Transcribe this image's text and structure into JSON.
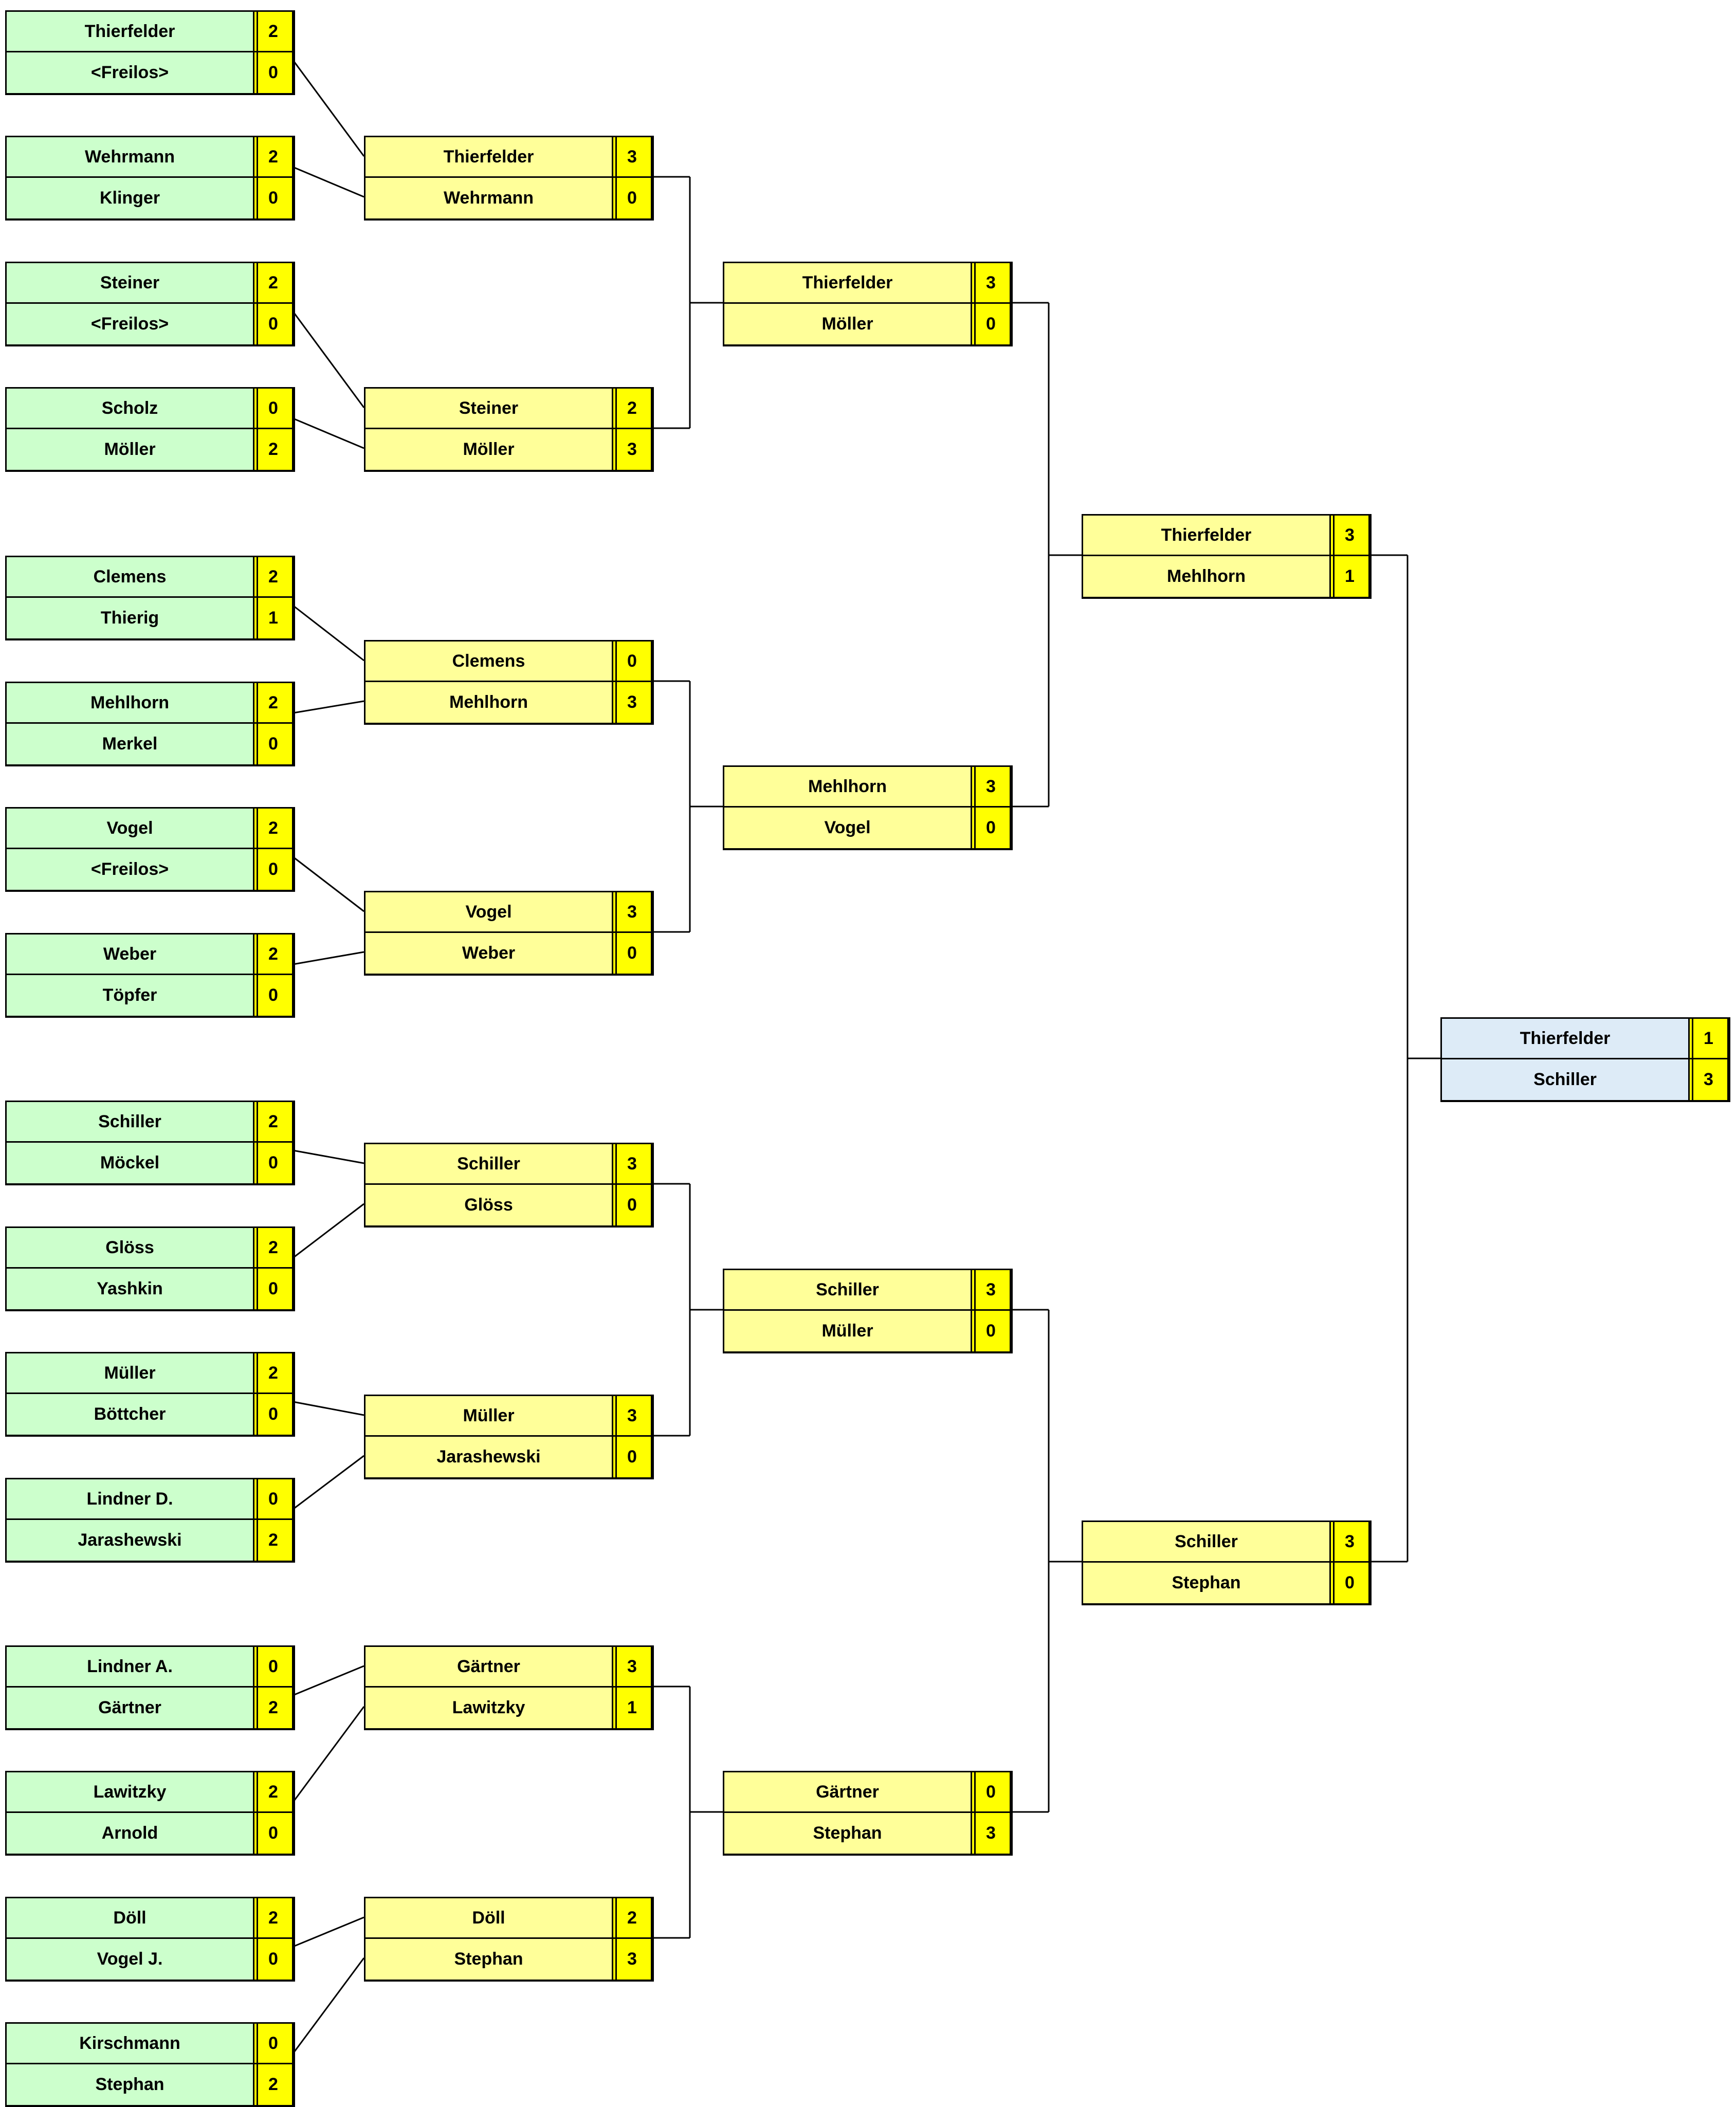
{
  "rounds": [
    {
      "style": "green",
      "matches": [
        {
          "p1": "Thierfelder",
          "s1": "2",
          "p2": "<Freilos>",
          "s2": "0"
        },
        {
          "p1": "Wehrmann",
          "s1": "2",
          "p2": "Klinger",
          "s2": "0"
        },
        {
          "p1": "Steiner",
          "s1": "2",
          "p2": "<Freilos>",
          "s2": "0"
        },
        {
          "p1": "Scholz",
          "s1": "0",
          "p2": "Möller",
          "s2": "2"
        },
        {
          "p1": "Clemens",
          "s1": "2",
          "p2": "Thierig",
          "s2": "1"
        },
        {
          "p1": "Mehlhorn",
          "s1": "2",
          "p2": "Merkel",
          "s2": "0"
        },
        {
          "p1": "Vogel",
          "s1": "2",
          "p2": "<Freilos>",
          "s2": "0"
        },
        {
          "p1": "Weber",
          "s1": "2",
          "p2": "Töpfer",
          "s2": "0"
        },
        {
          "p1": "Schiller",
          "s1": "2",
          "p2": "Möckel",
          "s2": "0"
        },
        {
          "p1": "Glöss",
          "s1": "2",
          "p2": "Yashkin",
          "s2": "0"
        },
        {
          "p1": "Müller",
          "s1": "2",
          "p2": "Böttcher",
          "s2": "0"
        },
        {
          "p1": "Lindner D.",
          "s1": "0",
          "p2": "Jarashewski",
          "s2": "2"
        },
        {
          "p1": "Lindner A.",
          "s1": "0",
          "p2": "Gärtner",
          "s2": "2"
        },
        {
          "p1": "Lawitzky",
          "s1": "2",
          "p2": "Arnold",
          "s2": "0"
        },
        {
          "p1": "Döll",
          "s1": "2",
          "p2": "Vogel J.",
          "s2": "0"
        },
        {
          "p1": "Kirschmann",
          "s1": "0",
          "p2": "Stephan",
          "s2": "2"
        }
      ]
    },
    {
      "style": "yellow",
      "matches": [
        {
          "p1": "Thierfelder",
          "s1": "3",
          "p2": "Wehrmann",
          "s2": "0"
        },
        {
          "p1": "Steiner",
          "s1": "2",
          "p2": "Möller",
          "s2": "3"
        },
        {
          "p1": "Clemens",
          "s1": "0",
          "p2": "Mehlhorn",
          "s2": "3"
        },
        {
          "p1": "Vogel",
          "s1": "3",
          "p2": "Weber",
          "s2": "0"
        },
        {
          "p1": "Schiller",
          "s1": "3",
          "p2": "Glöss",
          "s2": "0"
        },
        {
          "p1": "Müller",
          "s1": "3",
          "p2": "Jarashewski",
          "s2": "0"
        },
        {
          "p1": "Gärtner",
          "s1": "3",
          "p2": "Lawitzky",
          "s2": "1"
        },
        {
          "p1": "Döll",
          "s1": "2",
          "p2": "Stephan",
          "s2": "3"
        }
      ]
    },
    {
      "style": "yellow",
      "matches": [
        {
          "p1": "Thierfelder",
          "s1": "3",
          "p2": "Möller",
          "s2": "0"
        },
        {
          "p1": "Mehlhorn",
          "s1": "3",
          "p2": "Vogel",
          "s2": "0"
        },
        {
          "p1": "Schiller",
          "s1": "3",
          "p2": "Müller",
          "s2": "0"
        },
        {
          "p1": "Gärtner",
          "s1": "0",
          "p2": "Stephan",
          "s2": "3"
        }
      ]
    },
    {
      "style": "yellow",
      "matches": [
        {
          "p1": "Thierfelder",
          "s1": "3",
          "p2": "Mehlhorn",
          "s2": "1"
        },
        {
          "p1": "Schiller",
          "s1": "3",
          "p2": "Stephan",
          "s2": "0"
        }
      ]
    },
    {
      "style": "blue",
      "matches": [
        {
          "p1": "Thierfelder",
          "s1": "1",
          "p2": "Schiller",
          "s2": "3"
        }
      ]
    }
  ]
}
